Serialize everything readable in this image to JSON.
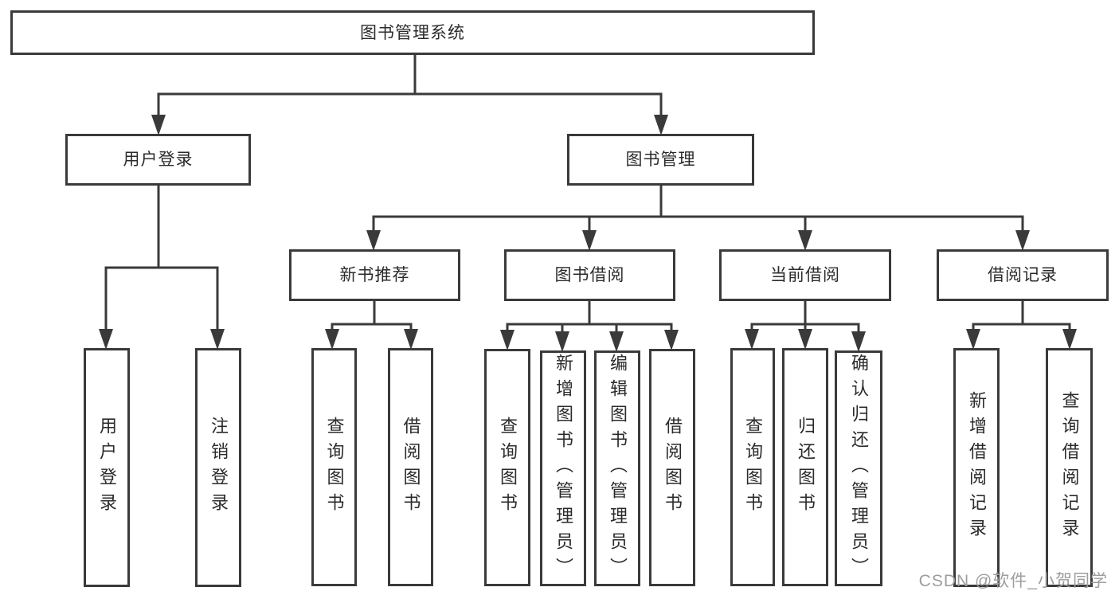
{
  "diagram": {
    "title": "图书管理系统",
    "nodes": [
      {
        "id": "root",
        "label": "图书管理系统",
        "orientation": "horizontal",
        "parent": null
      },
      {
        "id": "user-login-group",
        "label": "用户登录",
        "orientation": "horizontal",
        "parent": "root"
      },
      {
        "id": "book-management",
        "label": "图书管理",
        "orientation": "horizontal",
        "parent": "root"
      },
      {
        "id": "new-book-recommend",
        "label": "新书推荐",
        "orientation": "horizontal",
        "parent": "book-management"
      },
      {
        "id": "book-borrow",
        "label": "图书借阅",
        "orientation": "horizontal",
        "parent": "book-management"
      },
      {
        "id": "current-borrow",
        "label": "当前借阅",
        "orientation": "horizontal",
        "parent": "book-management"
      },
      {
        "id": "borrow-records",
        "label": "借阅记录",
        "orientation": "horizontal",
        "parent": "book-management"
      },
      {
        "id": "leaf-user-login",
        "label": "用户登录",
        "orientation": "vertical",
        "parent": "user-login-group"
      },
      {
        "id": "leaf-logout",
        "label": "注销登录",
        "orientation": "vertical",
        "parent": "user-login-group"
      },
      {
        "id": "leaf-query-book-1",
        "label": "查询图书",
        "orientation": "vertical",
        "parent": "new-book-recommend"
      },
      {
        "id": "leaf-borrow-book-1",
        "label": "借阅图书",
        "orientation": "vertical",
        "parent": "new-book-recommend"
      },
      {
        "id": "leaf-query-book-2",
        "label": "查询图书",
        "orientation": "vertical",
        "parent": "book-borrow"
      },
      {
        "id": "leaf-add-book",
        "label": "新增图书（管理员）",
        "orientation": "vertical",
        "parent": "book-borrow"
      },
      {
        "id": "leaf-edit-book",
        "label": "编辑图书（管理员）",
        "orientation": "vertical",
        "parent": "book-borrow"
      },
      {
        "id": "leaf-borrow-book-2",
        "label": "借阅图书",
        "orientation": "vertical",
        "parent": "book-borrow"
      },
      {
        "id": "leaf-query-book-3",
        "label": "查询图书",
        "orientation": "vertical",
        "parent": "current-borrow"
      },
      {
        "id": "leaf-return-book",
        "label": "归还图书",
        "orientation": "vertical",
        "parent": "current-borrow"
      },
      {
        "id": "leaf-confirm-return",
        "label": "确认归还（管理员）",
        "orientation": "vertical",
        "parent": "current-borrow"
      },
      {
        "id": "leaf-add-borrow-record",
        "label": "新增借阅记录",
        "orientation": "vertical",
        "parent": "borrow-records"
      },
      {
        "id": "leaf-query-borrow-record",
        "label": "查询借阅记录",
        "orientation": "vertical",
        "parent": "borrow-records"
      }
    ]
  },
  "watermark": {
    "text": "CSDN @软件_小贺同学"
  },
  "colors": {
    "line": "#3a3a3a",
    "text": "#2b2b2b",
    "watermark": "#9d9d9d",
    "background": "#ffffff"
  }
}
